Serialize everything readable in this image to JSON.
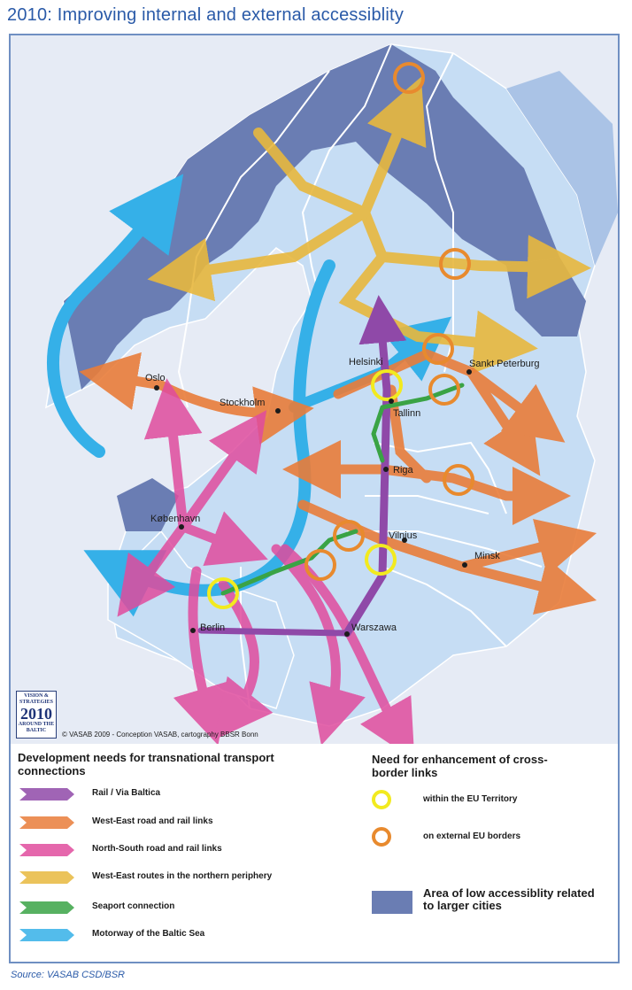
{
  "title": "2010: Improving internal and external accessiblity",
  "colors": {
    "sea": "#e6ebf5",
    "land_light": "#c6ddf4",
    "land_dark": "#6a7db3",
    "land_mid": "#aac3e6",
    "rail_via_baltica": "#8f49a8",
    "west_east": "#e97d3a",
    "north_south": "#e04c9e",
    "northern_periphery": "#e8b83e",
    "seaport": "#3aa345",
    "motorway_sea": "#35b0e8",
    "ring_eu": "#f2ea1f",
    "ring_external": "#e88a2e"
  },
  "cities": [
    {
      "id": "oslo",
      "label": "Oslo"
    },
    {
      "id": "stockholm",
      "label": "Stockholm"
    },
    {
      "id": "helsinki",
      "label": "Helsinki"
    },
    {
      "id": "tallinn",
      "label": "Tallinn"
    },
    {
      "id": "sankt-peterburg",
      "label": "Sankt Peterburg"
    },
    {
      "id": "riga",
      "label": "Riga"
    },
    {
      "id": "kobenhavn",
      "label": "København"
    },
    {
      "id": "vilnius",
      "label": "Vilnius"
    },
    {
      "id": "minsk",
      "label": "Minsk"
    },
    {
      "id": "berlin",
      "label": "Berlin"
    },
    {
      "id": "warszawa",
      "label": "Warszawa"
    }
  ],
  "logo": {
    "line1": "VISION & STRATEGIES",
    "line2": "2010",
    "line3": "AROUND THE BALTIC"
  },
  "credit": "© VASAB 2009 - Conception VASAB, cartography BBSR Bonn",
  "legend": {
    "left_heading": "Development needs for transnational transport connections",
    "items": [
      {
        "label": "Rail / Via Baltica",
        "color": "#8f49a8",
        "icon": "rail-via-baltica-swatch"
      },
      {
        "label": "West-East road and rail links",
        "color": "#e97d3a",
        "icon": "west-east-swatch"
      },
      {
        "label": "North-South road and rail links",
        "color": "#e04c9e",
        "icon": "north-south-swatch"
      },
      {
        "label": "West-East routes in the northern periphery",
        "color": "#e8b83e",
        "icon": "northern-periphery-swatch"
      },
      {
        "label": "Seaport connection",
        "color": "#3aa345",
        "icon": "seaport-swatch"
      },
      {
        "label": "Motorway of the Baltic Sea",
        "color": "#35b0e8",
        "icon": "motorway-sea-swatch"
      }
    ],
    "right_heading": "Need for enhancement of cross-border links",
    "rings": [
      {
        "label": "within the EU Territory",
        "color": "#f2ea1f"
      },
      {
        "label": "on external EU borders",
        "color": "#e88a2e"
      }
    ],
    "area_label": "Area of low accessiblity related to larger cities"
  },
  "source": "Source: VASAB CSD/BSR"
}
